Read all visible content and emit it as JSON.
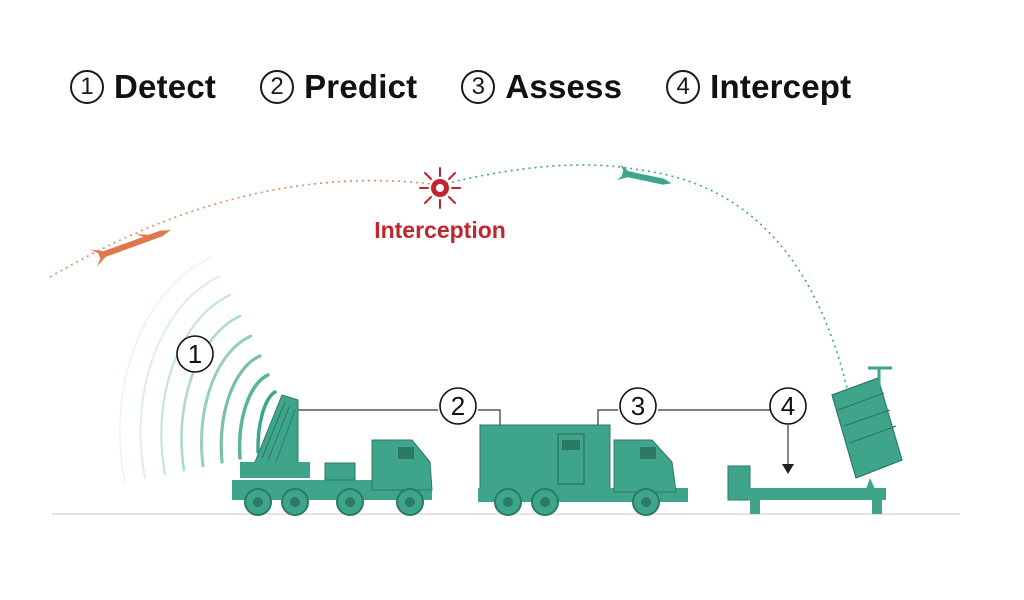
{
  "steps": [
    {
      "num": "1",
      "label": "Detect"
    },
    {
      "num": "2",
      "label": "Predict"
    },
    {
      "num": "3",
      "label": "Assess"
    },
    {
      "num": "4",
      "label": "Intercept"
    }
  ],
  "interception_label": "Interception",
  "markers": [
    "1",
    "2",
    "3",
    "4"
  ],
  "colors": {
    "vehicle": "#3fa58a",
    "vehicle_dark": "#2c7a66",
    "threat_missile": "#e0764a",
    "interceptor": "#3fa58a",
    "interception": "#c0262c",
    "trajectory_threat": "#e58a5b",
    "trajectory_interceptor": "#3fa58a",
    "text": "#111111"
  }
}
